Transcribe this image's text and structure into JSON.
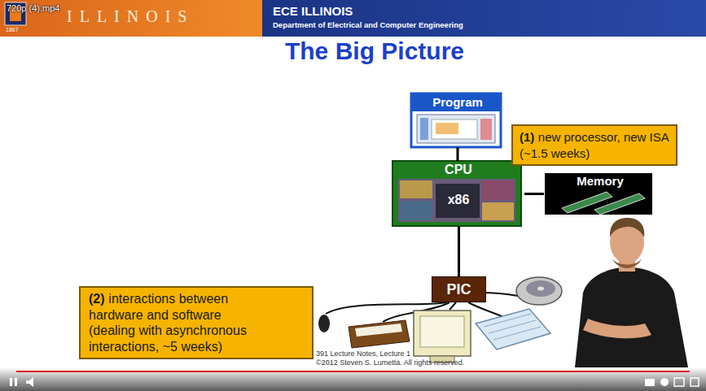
{
  "diagram": {
    "title": "The Big Picture",
    "nodes": [
      {
        "text": [
          "Program"
        ]
      },
      {
        "text": [
          "(1)",
          "new processor, new ISA (~1.5 weeks)"
        ]
      },
      {
        "text": [
          "CPU",
          "x86"
        ]
      },
      {
        "text": [
          "Memory"
        ]
      },
      {
        "text": [
          "PIC"
        ]
      },
      {
        "text": [
          "(2)",
          "interactions between hardware and software (dealing with asynchronous interactions, ~5 weeks)"
        ]
      }
    ],
    "edges": [
      {
        "from": 0,
        "to": 2,
        "arrow": "none"
      },
      {
        "from": 2,
        "to": 3,
        "arrow": "none"
      },
      {
        "from": 2,
        "to": 4,
        "arrow": "none"
      }
    ],
    "labels": [
      "720p (4).mp4",
      "ILLINOIS",
      "1867",
      "ECE ILLINOIS",
      "Department of Electrical and Computer Engineering",
      "391 Lecture Notes, Lecture 1",
      "©2012 Steven S. Lumetta. All rights reserved."
    ]
  }
}
